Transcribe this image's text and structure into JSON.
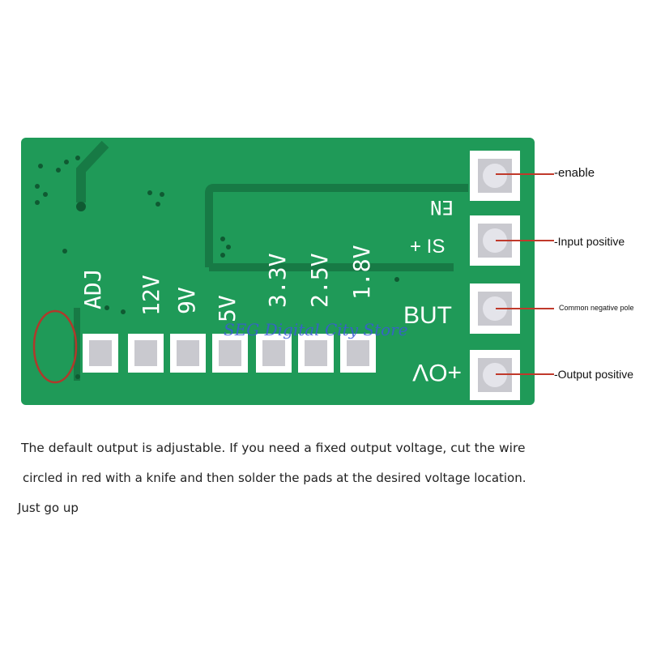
{
  "colors": {
    "board": "#1f9a58",
    "board_dark": "#168049",
    "trace": "#177a45",
    "silkscreen": "#ffffff",
    "pad": "#c9c9cf",
    "red_marker": "#c0392b",
    "watermark": "#3b5bd6"
  },
  "pcb": {
    "vertical_labels": [
      "ADJ",
      "12V",
      "9V",
      "5V",
      "3.3V",
      "2.5V",
      "1.8V"
    ],
    "label_en": "EN",
    "label_is": "+ IS",
    "label_but": "BUT",
    "label_vo": "+OV"
  },
  "pins": [
    {
      "label": "-enable"
    },
    {
      "label": "-Input positive"
    },
    {
      "label": "Common negative pole"
    },
    {
      "label": "-Output positive"
    }
  ],
  "watermark": "SEG Digital City Store",
  "description": {
    "line1": "The default output is adjustable. If you need a fixed output voltage, cut the wire",
    "line2": "circled in red with a knife and then solder the pads at the desired voltage location.",
    "line3": "Just go up"
  }
}
